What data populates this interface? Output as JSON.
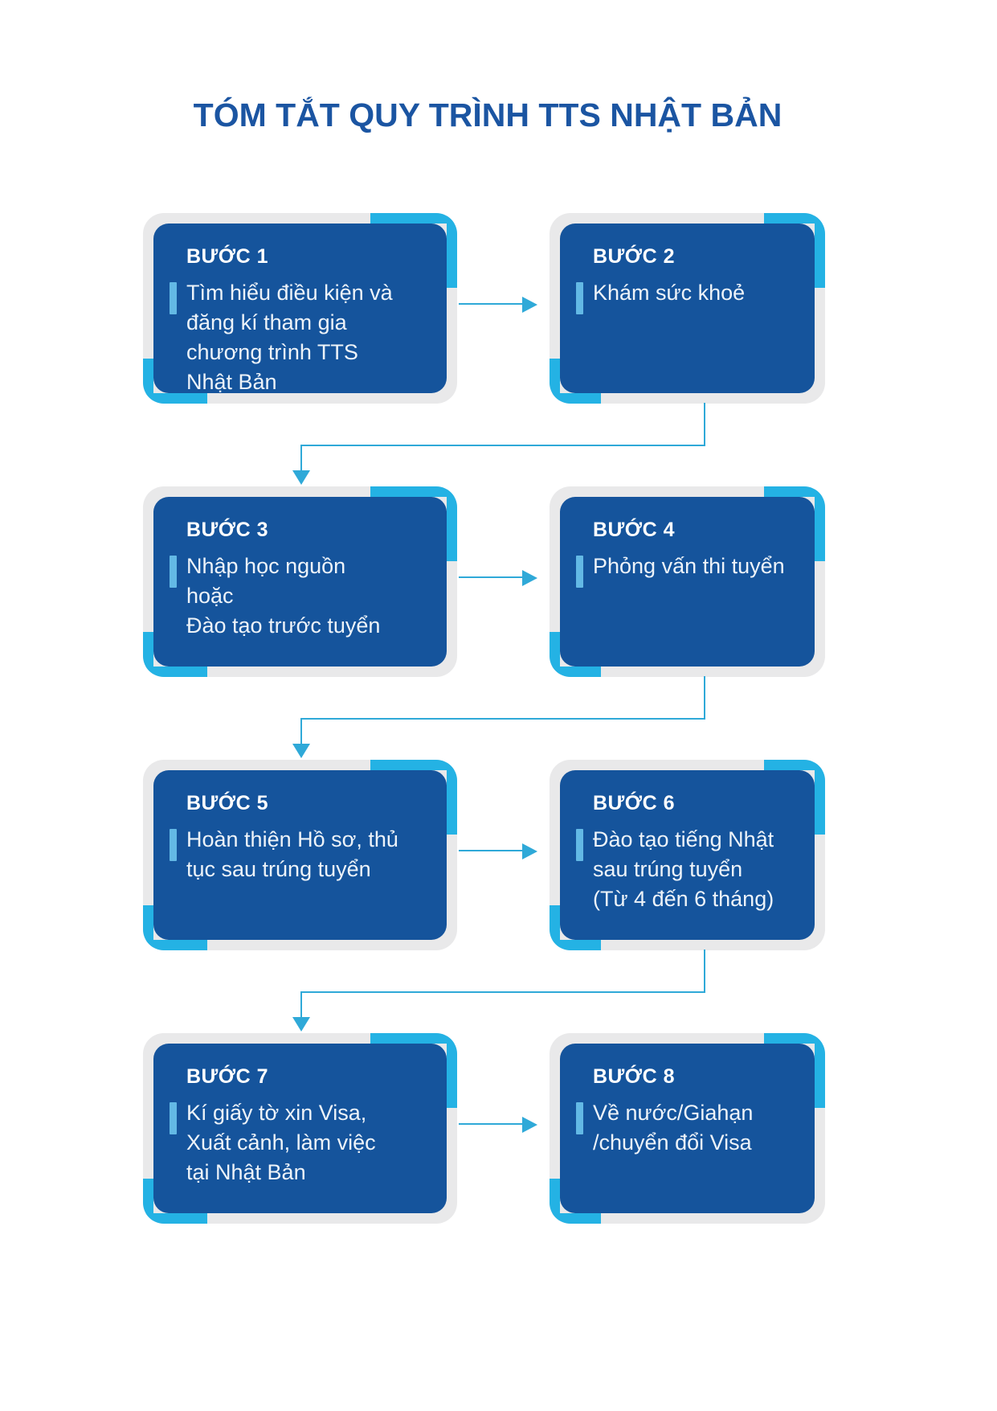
{
  "title": "TÓM TẮT QUY TRÌNH TTS NHẬT BẢN",
  "colors": {
    "box_blue": "#15549C",
    "accent_cyan": "#24B2E4",
    "bar_blue": "#63B9E5",
    "frame_gray": "#E9E9EA",
    "arrow_cyan": "#2FA9D8",
    "title_blue": "#1B55A2",
    "body_text": "#EDF3F9"
  },
  "steps": [
    {
      "header": "BƯỚC 1",
      "lines": [
        "Tìm hiểu điều kiện và",
        "đăng kí tham gia",
        "chương trình TTS",
        "Nhật Bản"
      ]
    },
    {
      "header": "BƯỚC 2",
      "lines": [
        "Khám sức khoẻ"
      ]
    },
    {
      "header": "BƯỚC 3",
      "lines": [
        "Nhập học nguồn",
        "hoặc",
        "Đào tạo trước tuyển"
      ]
    },
    {
      "header": "BƯỚC 4",
      "lines": [
        "Phỏng vấn thi tuyển"
      ]
    },
    {
      "header": "BƯỚC 5",
      "lines": [
        "Hoàn thiện Hồ sơ, thủ",
        "tục sau trúng tuyển"
      ]
    },
    {
      "header": "BƯỚC 6",
      "lines": [
        "Đào tạo tiếng Nhật",
        "sau trúng tuyển",
        "(Từ 4 đến 6 tháng)"
      ]
    },
    {
      "header": "BƯỚC 7",
      "lines": [
        "Kí giấy tờ xin Visa,",
        "Xuất cảnh, làm việc",
        "tại Nhật Bản"
      ]
    },
    {
      "header": "BƯỚC 8",
      "lines": [
        "Về nước/Giahạn",
        "/chuyển đổi Visa"
      ]
    }
  ]
}
